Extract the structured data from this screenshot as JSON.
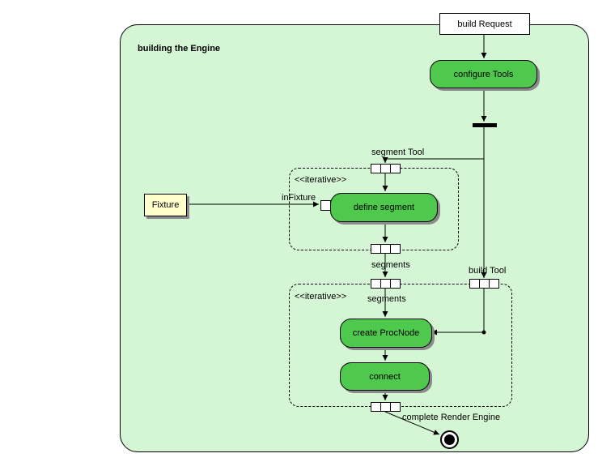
{
  "colors": {
    "frame-fill": "#d5f6d5",
    "action-fill": "#4ec94e",
    "note-fill": "#ffffcc",
    "shadow": "#8a8a8a"
  },
  "frame": {
    "title": "building the Engine"
  },
  "nodes": {
    "build_request": {
      "label": "build Request"
    },
    "configure_tools": {
      "label": "configure Tools"
    },
    "define_segment": {
      "label": "define segment"
    },
    "create_procnode": {
      "label": "create ProcNode"
    },
    "connect": {
      "label": "connect"
    },
    "fixture": {
      "label": "Fixture"
    }
  },
  "regions": {
    "region1": {
      "stereotype": "<<iterative>>"
    },
    "region2": {
      "stereotype": "<<iterative>>"
    }
  },
  "labels": {
    "segment_tool": "segment Tool",
    "in_fixture": "inFixture",
    "segments_out": "segments",
    "build_tool": "build Tool",
    "segments_in": "segments",
    "complete_render_engine": "complete Render Engine"
  }
}
